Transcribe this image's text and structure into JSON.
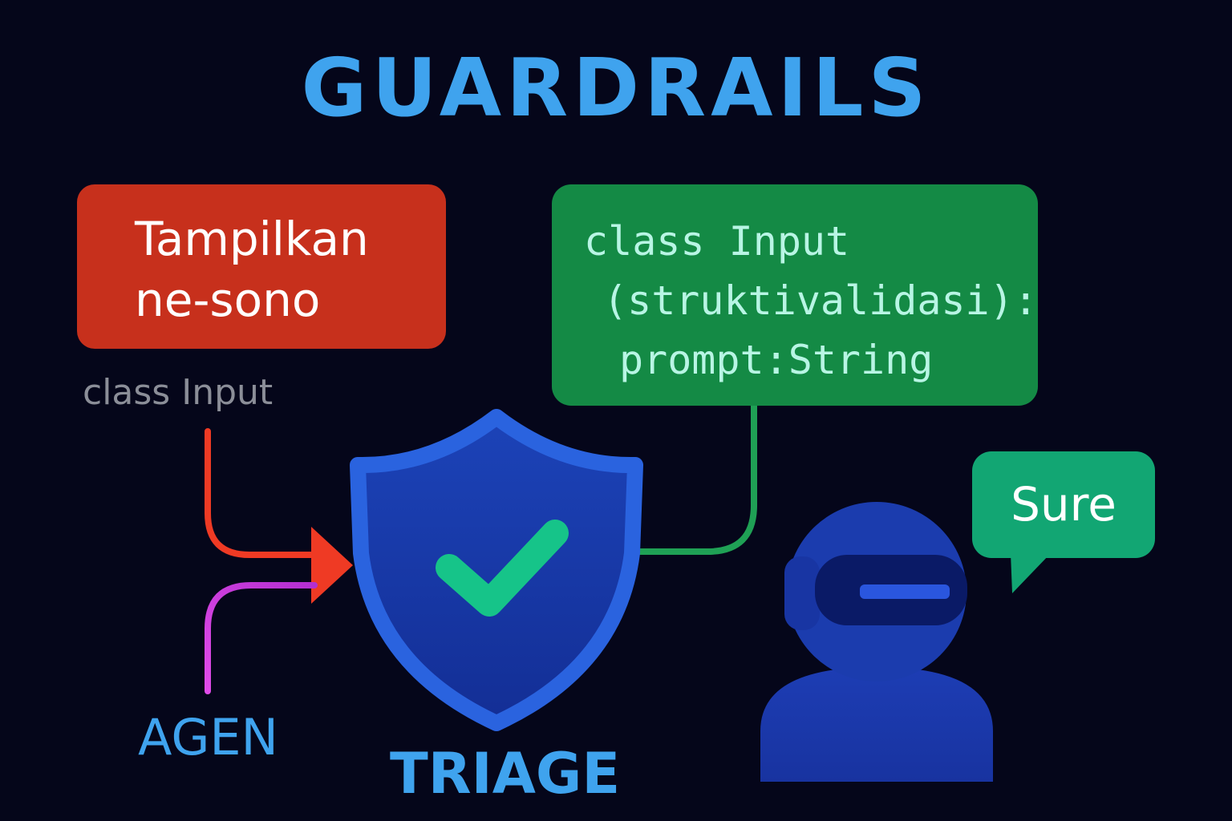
{
  "title": "GUARDRAILS",
  "input_box": {
    "lines": [
      "Tampilkan",
      "ne-sono"
    ],
    "color": "#c7301c"
  },
  "input_class_label": "class Input",
  "schema_box": {
    "lines": [
      "class Input",
      "(struktivalidasi):",
      "prompt:String"
    ],
    "color": "#148a45"
  },
  "agent_label": "AGEN",
  "triage_label": "TRIAGE",
  "response_bubble": "Sure",
  "icons": {
    "shield": "shield-check-icon",
    "agent": "robot-avatar-icon"
  },
  "colors": {
    "title": "#3fa3ee",
    "red_connector": "#ef3a24",
    "magenta_connector": "#c03ad8",
    "green_connector": "#1fa055",
    "shield": "#1a3fae",
    "check": "#16c489",
    "robot": "#1b3cae"
  }
}
